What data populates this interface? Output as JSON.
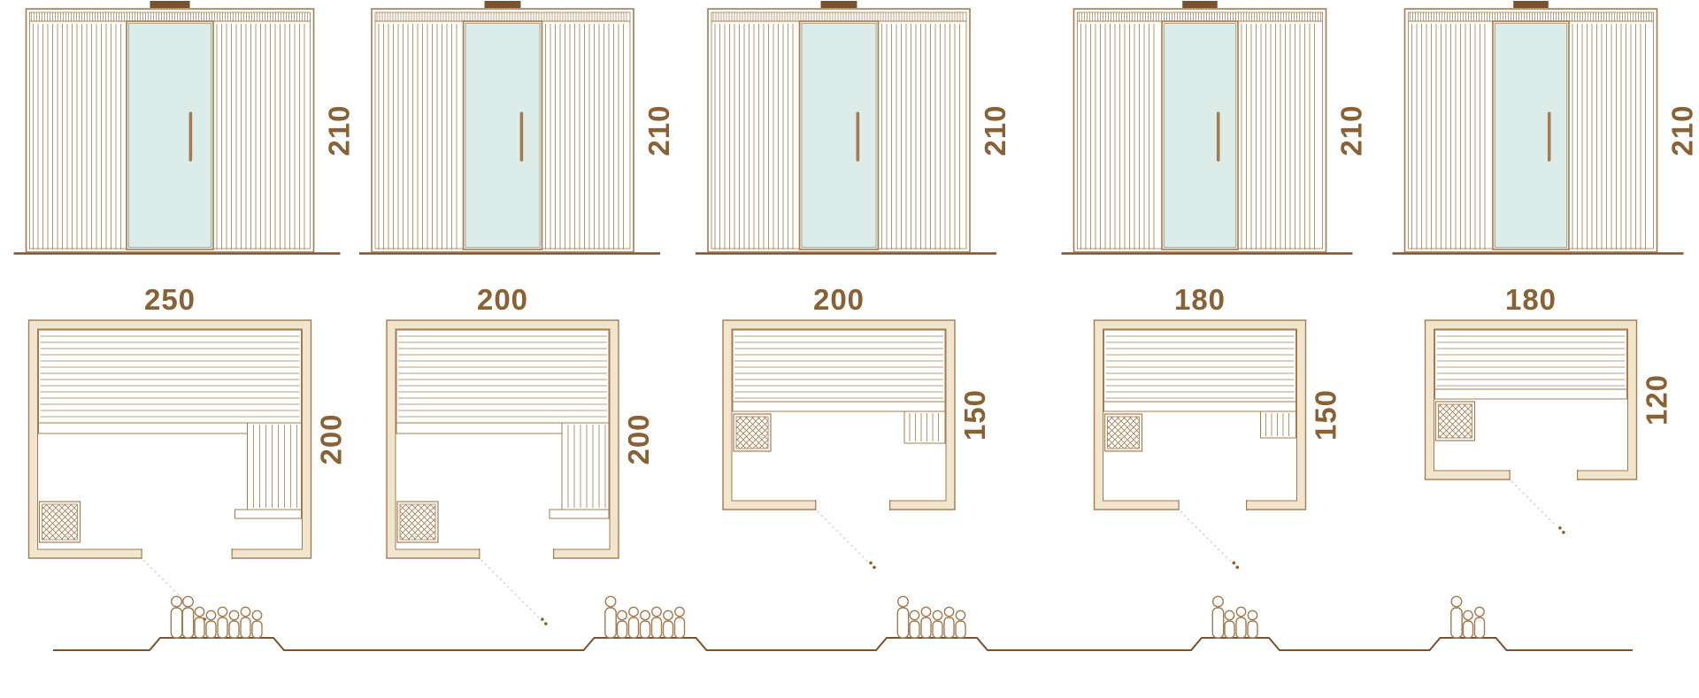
{
  "palette": {
    "line": "#a57b4f",
    "dark": "#7a5230",
    "accent_text": "#8a6134",
    "glass": "#dcede9",
    "wall_fill": "#f1e5cd",
    "swing": "#bcd9d2"
  },
  "models": [
    {
      "id": "sauna-1",
      "height_label": "210",
      "width_label": "250",
      "depth_label": "200",
      "height_cm": 210,
      "width_cm": 250,
      "depth_cm": 200,
      "capacity": 8,
      "bench": "l-shape"
    },
    {
      "id": "sauna-2",
      "height_label": "210",
      "width_label": "200",
      "depth_label": "200",
      "height_cm": 210,
      "width_cm": 200,
      "depth_cm": 200,
      "capacity": 7,
      "bench": "l-shape"
    },
    {
      "id": "sauna-3",
      "height_label": "210",
      "width_label": "200",
      "depth_label": "150",
      "height_cm": 210,
      "width_cm": 200,
      "depth_cm": 150,
      "capacity": 6,
      "bench": "corner"
    },
    {
      "id": "sauna-4",
      "height_label": "210",
      "width_label": "180",
      "depth_label": "150",
      "height_cm": 210,
      "width_cm": 180,
      "depth_cm": 150,
      "capacity": 4,
      "bench": "corner"
    },
    {
      "id": "sauna-5",
      "height_label": "210",
      "width_label": "180",
      "depth_label": "120",
      "height_cm": 210,
      "width_cm": 180,
      "depth_cm": 120,
      "capacity": 3,
      "bench": "straight"
    }
  ]
}
